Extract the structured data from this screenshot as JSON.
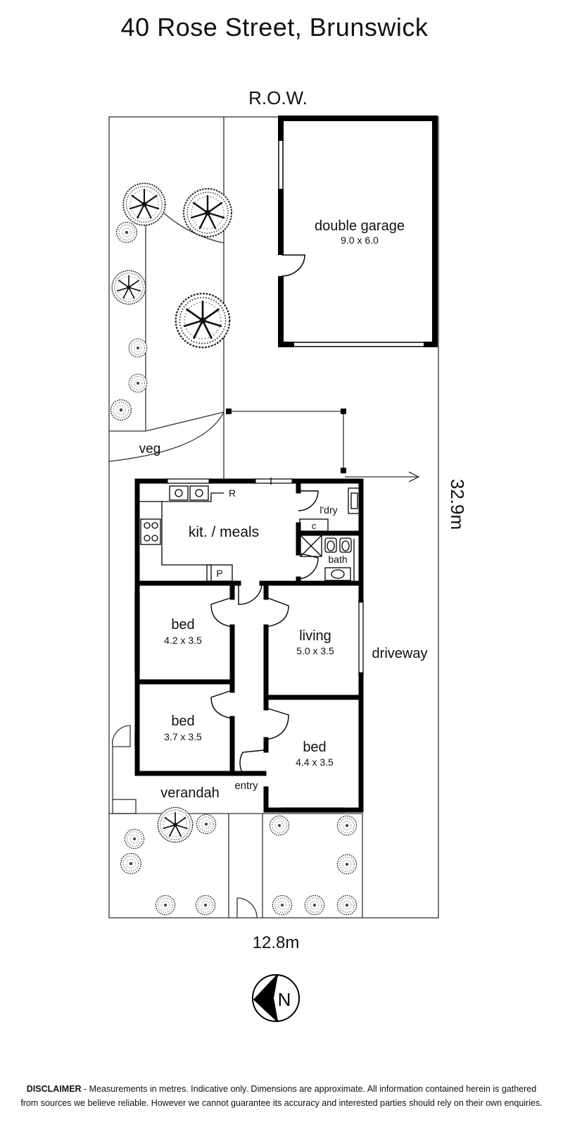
{
  "title": "40 Rose Street, Brunswick",
  "labels": {
    "row": "R.O.W.",
    "frontage": "12.8m",
    "depth": "32.9m",
    "driveway": "driveway",
    "veg": "veg",
    "verandah": "verandah",
    "entry": "entry",
    "fridge": "R",
    "pantry": "P",
    "cupboard": "c",
    "laundry": "l'dry",
    "bath": "bath",
    "kitchen": "kit. / meals",
    "compass": "N"
  },
  "rooms": [
    {
      "id": "garage",
      "name": "double garage",
      "size": "9.0 x 6.0"
    },
    {
      "id": "bed1",
      "name": "bed",
      "size": "4.2 x 3.5"
    },
    {
      "id": "bed2",
      "name": "bed",
      "size": "3.7 x 3.5"
    },
    {
      "id": "living",
      "name": "living",
      "size": "5.0 x 3.5"
    },
    {
      "id": "bed3",
      "name": "bed",
      "size": "4.4 x 3.5"
    }
  ],
  "disclaimer": {
    "heading": "DISCLAIMER",
    "line1": " - Measurements in metres. Indicative only. Dimensions are approximate. All information contained herein is gathered",
    "line2": "from sources we believe reliable. However we cannot guarantee its accuracy and interested parties should rely on their own enquiries."
  },
  "colors": {
    "wall": "#000000",
    "line": "#333333",
    "tree": "#222222"
  }
}
